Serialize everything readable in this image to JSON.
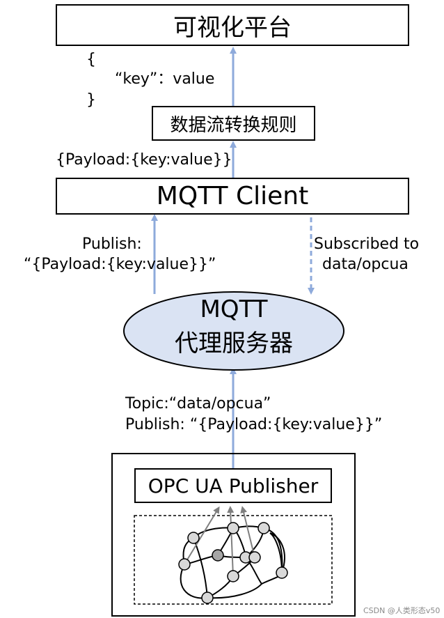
{
  "platform": {
    "title": "可视化平台"
  },
  "json_example": {
    "open": "{",
    "line": "“key”：value",
    "close": "}"
  },
  "rule_box": {
    "label": "数据流转换规则"
  },
  "payload_label": "{Payload:{key:value}}",
  "client_box": {
    "label": "MQTT Client"
  },
  "publish_label": {
    "line1": "Publish:",
    "line2": "“{Payload:{key:value}}”"
  },
  "subscribe_label": {
    "line1": "Subscribed to",
    "line2": "data/opcua"
  },
  "broker": {
    "line1": "MQTT",
    "line2": "代理服务器"
  },
  "topic_label": {
    "line1": "Topic:“data/opcua”",
    "line2": "Publish:  “{Payload:{key:value}}”"
  },
  "publisher_box": {
    "label": "OPC UA Publisher"
  },
  "watermark": "CSDN @人类形态v50",
  "colors": {
    "arrow": "#8eaadb",
    "broker_fill": "#dae3f3",
    "node_fill": "#d9d9d9",
    "node_highlight": "#a6a6a6",
    "inner_arrow": "#7f7f7f"
  }
}
